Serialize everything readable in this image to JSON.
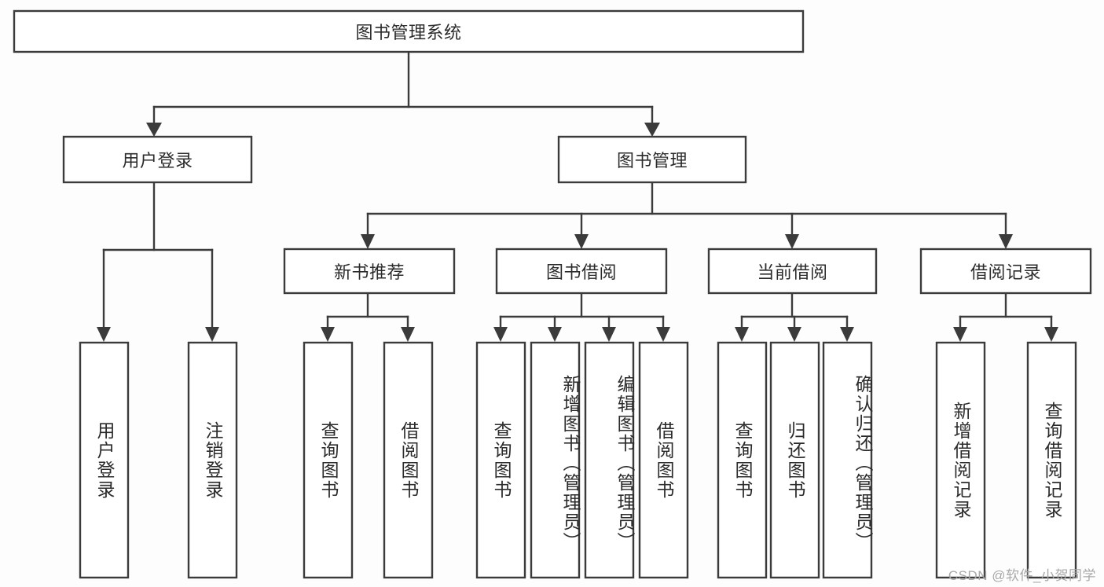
{
  "diagram": {
    "title": "图书管理系统",
    "type": "tree-hierarchy",
    "watermark": "CSDN @软件_小贺同学",
    "root": {
      "id": "root",
      "label": "图书管理系统"
    },
    "level2": [
      {
        "id": "user-login",
        "label": "用户登录"
      },
      {
        "id": "book-management",
        "label": "图书管理"
      }
    ],
    "level3": [
      {
        "id": "new-book-recommend",
        "label": "新书推荐",
        "parent": "book-management"
      },
      {
        "id": "book-borrow",
        "label": "图书借阅",
        "parent": "book-management"
      },
      {
        "id": "current-borrow",
        "label": "当前借阅",
        "parent": "book-management"
      },
      {
        "id": "borrow-record",
        "label": "借阅记录",
        "parent": "book-management"
      }
    ],
    "leaves": [
      {
        "id": "leaf-user-login",
        "label": "用户登录",
        "parent": "user-login"
      },
      {
        "id": "leaf-logout-login",
        "label": "注销登录",
        "parent": "user-login"
      },
      {
        "id": "leaf-query-book-1",
        "label": "查询图书",
        "parent": "new-book-recommend"
      },
      {
        "id": "leaf-borrow-book-1",
        "label": "借阅图书",
        "parent": "new-book-recommend"
      },
      {
        "id": "leaf-query-book-2",
        "label": "查询图书",
        "parent": "book-borrow"
      },
      {
        "id": "leaf-add-book",
        "label": "新增图书（管理员）",
        "parent": "book-borrow"
      },
      {
        "id": "leaf-edit-book",
        "label": "编辑图书（管理员）",
        "parent": "book-borrow"
      },
      {
        "id": "leaf-borrow-book-2",
        "label": "借阅图书",
        "parent": "book-borrow"
      },
      {
        "id": "leaf-query-book-3",
        "label": "查询图书",
        "parent": "current-borrow"
      },
      {
        "id": "leaf-return-book",
        "label": "归还图书",
        "parent": "current-borrow"
      },
      {
        "id": "leaf-confirm-return",
        "label": "确认归还（管理员）",
        "parent": "current-borrow"
      },
      {
        "id": "leaf-add-record",
        "label": "新增借阅记录",
        "parent": "borrow-record"
      },
      {
        "id": "leaf-query-record",
        "label": "查询借阅记录",
        "parent": "borrow-record"
      }
    ],
    "colors": {
      "box_stroke": "#3b3b3b",
      "box_fill": "#ffffff",
      "text": "#2b2b2b",
      "background": "#fdfdfd",
      "watermark": "#a8a8a8"
    }
  }
}
